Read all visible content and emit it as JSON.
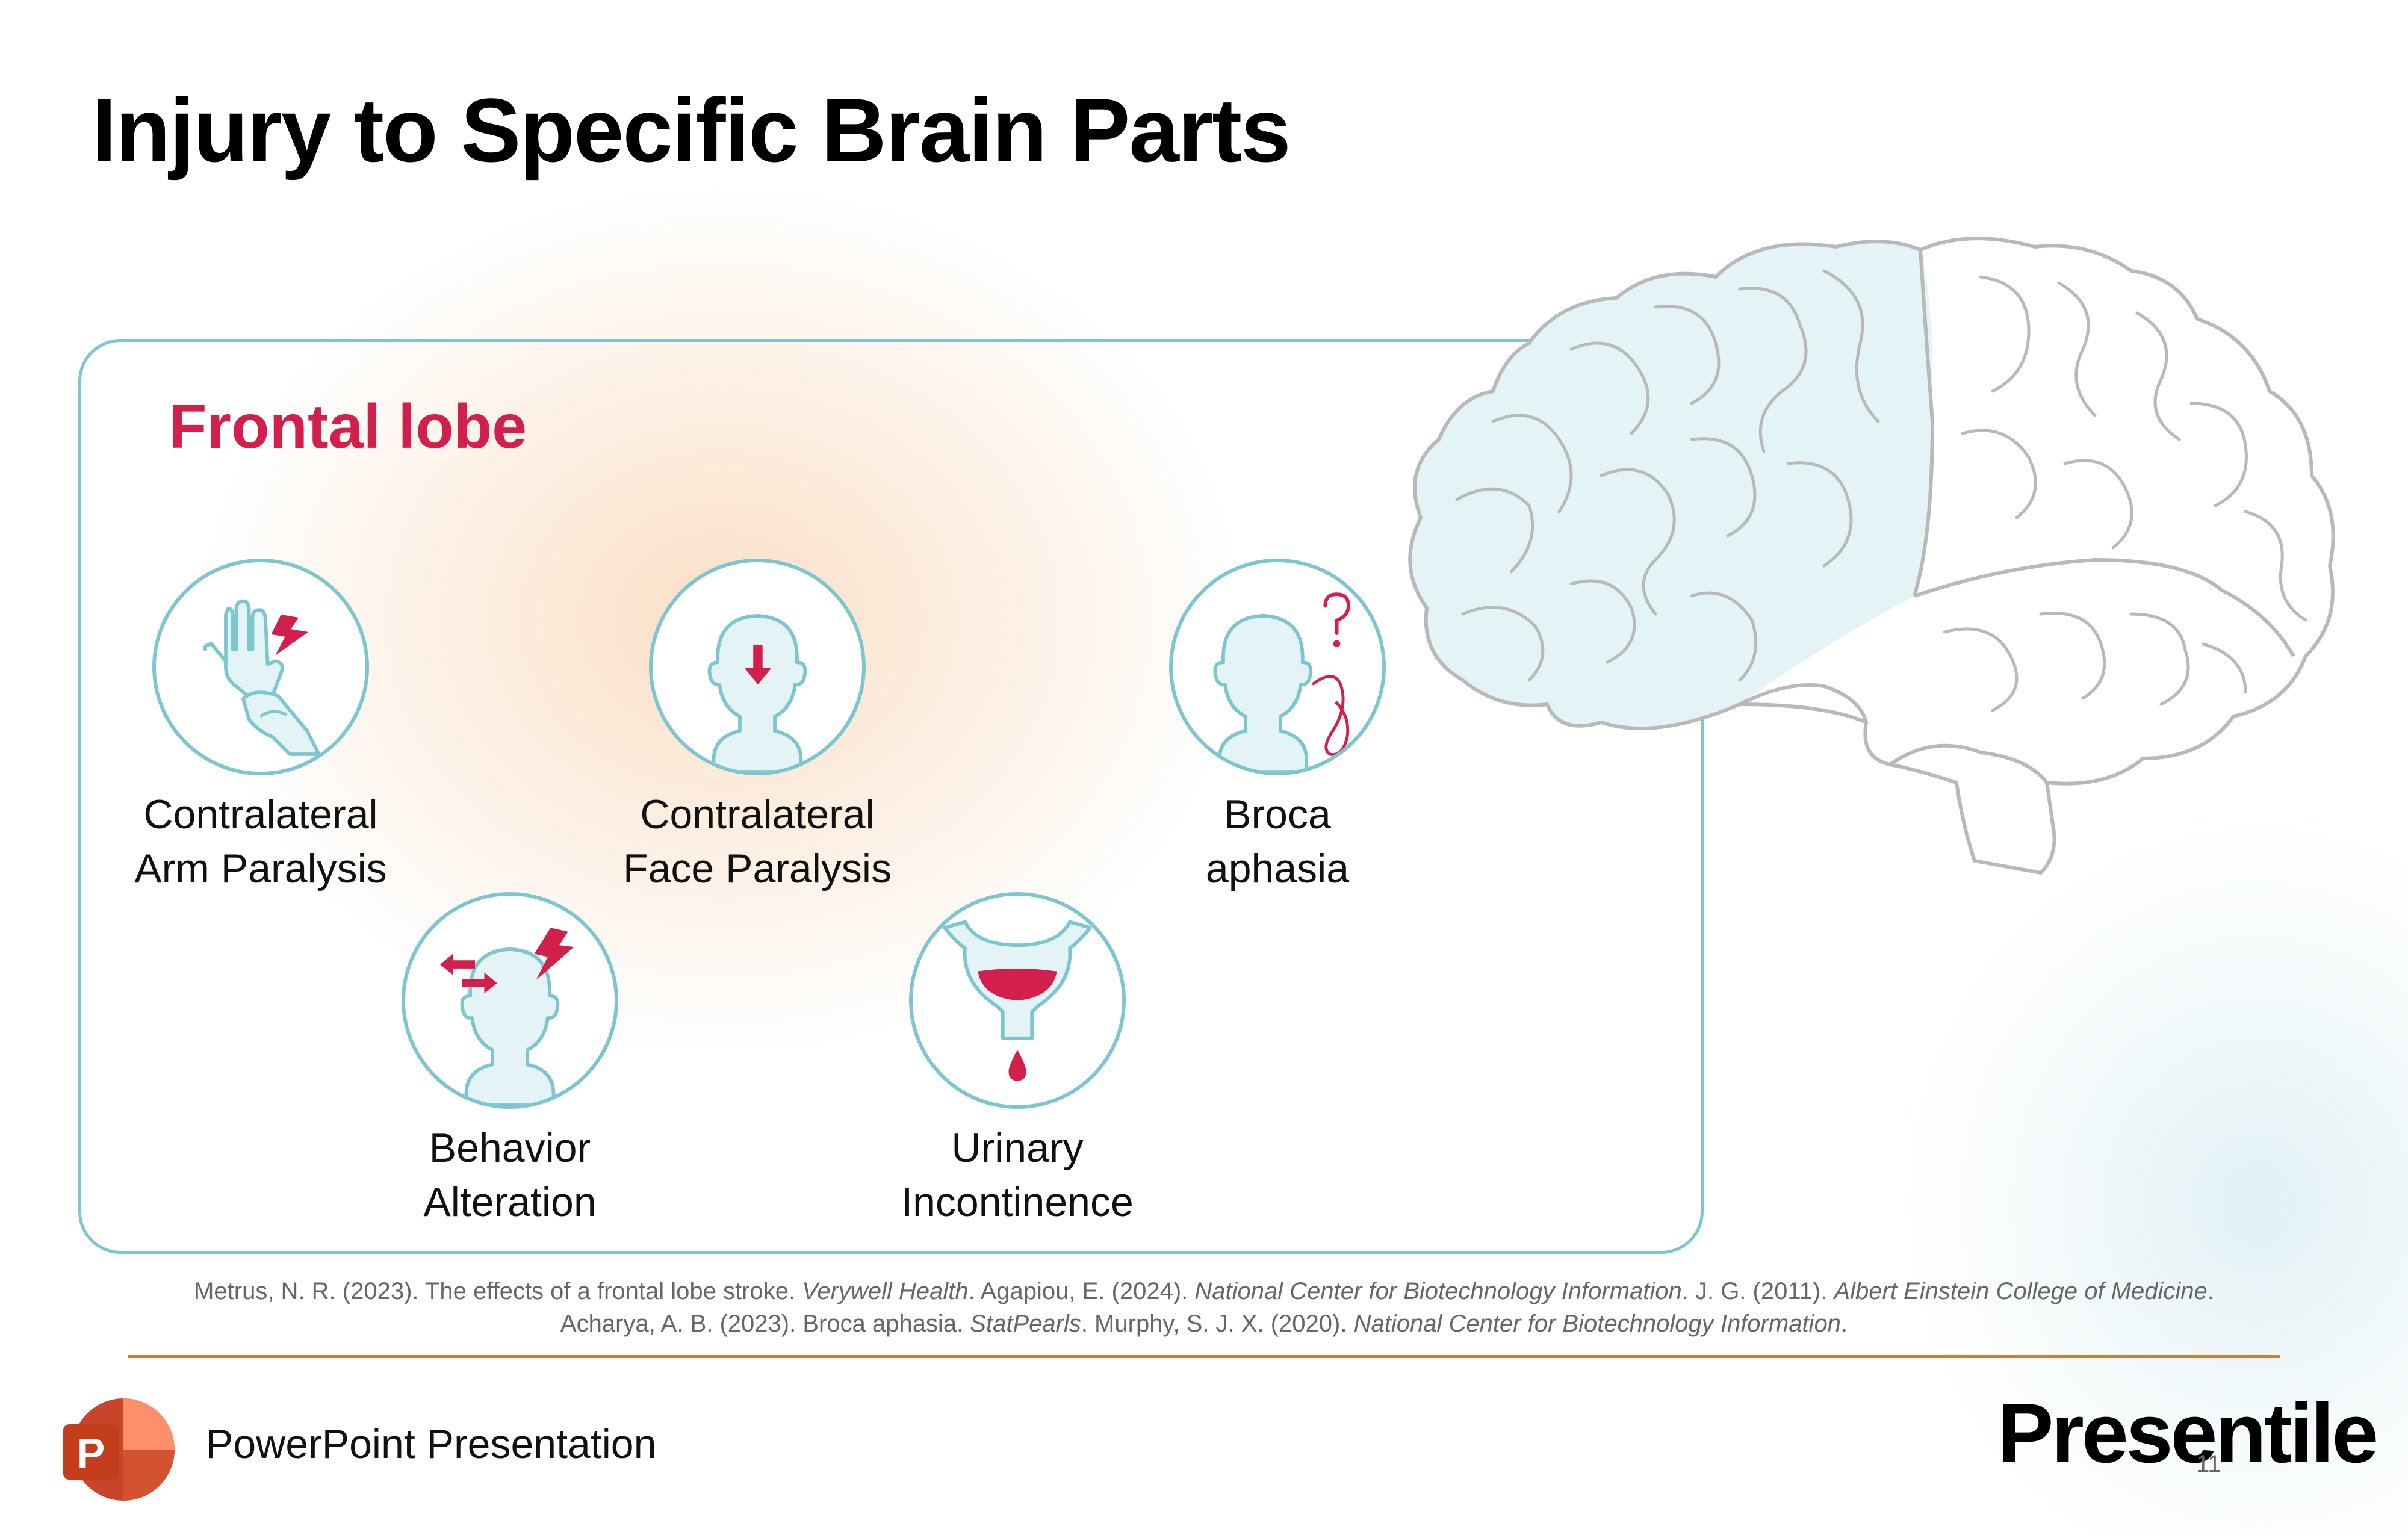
{
  "slide": {
    "title": "Injury to Specific Brain Parts",
    "section_title": "Frontal lobe"
  },
  "items": [
    {
      "label_line1": "Contralateral",
      "label_line2": "Arm Paralysis",
      "icon": "hand-paralysis-icon"
    },
    {
      "label_line1": "Contralateral",
      "label_line2": "Face Paralysis",
      "icon": "face-paralysis-icon"
    },
    {
      "label_line1": "Broca",
      "label_line2": "aphasia",
      "icon": "broca-aphasia-icon"
    },
    {
      "label_line1": "Behavior",
      "label_line2": "Alteration",
      "icon": "behavior-alteration-icon"
    },
    {
      "label_line1": "Urinary",
      "label_line2": "Incontinence",
      "icon": "bladder-icon"
    }
  ],
  "references": {
    "r1_text": "Metrus, N. R. (2023). The effects of a frontal lobe stroke. ",
    "r1_source": "Verywell Health",
    "r2_text": ".  Agapiou, E. (2024). ",
    "r2_source": "National Center for Biotechnology Information",
    "r3_text": ".  J. G. (2011). ",
    "r3_source": "Albert Einstein College of Medicine",
    "r4_text": ".  Acharya, A. B. (2023). Broca aphasia. ",
    "r4_source": "StatPearls",
    "r5_text": ".  Murphy, S. J. X. (2020). ",
    "r5_source": "National Center for Biotechnology Information",
    "r5_end": "."
  },
  "footer": {
    "app_name": "PowerPoint Presentation",
    "app_logo_letter": "P",
    "brand": "Presentile",
    "page_number": "11"
  },
  "colors": {
    "accent_red": "#d21f4b",
    "teal_outline": "#7cc7cf",
    "light_blue_fill": "#e4f3f6",
    "rule_orange": "#d67a30",
    "brain_stroke": "#b9b9b9"
  }
}
